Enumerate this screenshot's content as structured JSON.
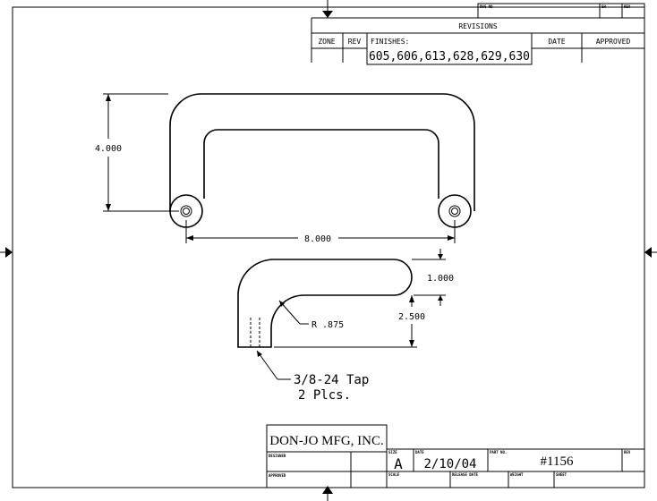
{
  "revision_block": {
    "dwg_no_label": "DWG NO",
    "sh_label": "SH",
    "rev_label": "REV",
    "title": "REVISIONS",
    "columns": [
      "ZONE",
      "REV",
      "FINISHES:",
      "DATE",
      "APPROVED"
    ],
    "finishes_value": "605,606,613,628,629,630"
  },
  "dimensions": {
    "height": "4.000",
    "width": "8.000",
    "thickness": "1.000",
    "leg_height": "2.500",
    "radius": "R .875",
    "tap_line1": "3/8-24 Tap",
    "tap_line2": "2 Plcs."
  },
  "title_block": {
    "company": "DON-JO MFG, INC.",
    "designer_label": "DESIGNER",
    "approved_label": "APPROVED",
    "size_label": "SIZE",
    "size_value": "A",
    "date_label": "DATE",
    "date_value": "2/10/04",
    "part_no_label": "PART NO.",
    "part_no_value": "#1156",
    "rev_label": "REV",
    "scale_label": "SCALE",
    "release_date_label": "RELEASE DATE",
    "weight_label": "WEIGHT",
    "sheet_label": "SHEET"
  }
}
